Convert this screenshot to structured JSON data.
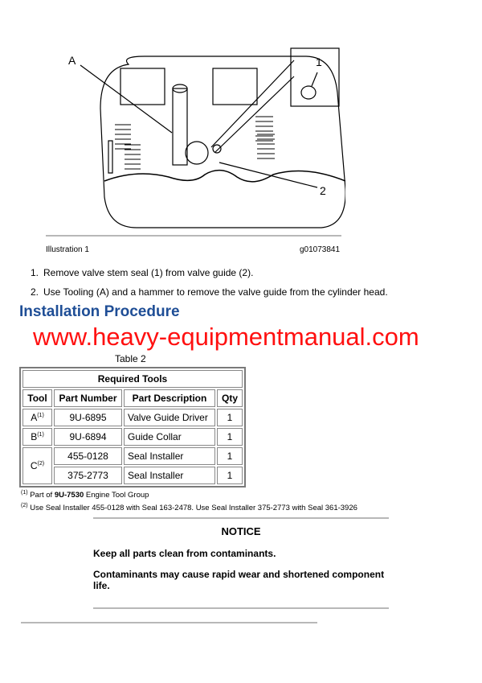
{
  "illustration": {
    "callouts": {
      "a": "A",
      "one": "1",
      "two": "2"
    },
    "caption": "Illustration 1",
    "id": "g01073841"
  },
  "steps": [
    {
      "num": "1.",
      "text": "Remove valve stem seal (1) from valve guide (2)."
    },
    {
      "num": "2.",
      "text": "Use Tooling (A) and a hammer to remove the valve guide from the cylinder head."
    }
  ],
  "section_title": "Installation Procedure",
  "watermark": "www.heavy-equipmentmanual.com",
  "table": {
    "label": "Table 2",
    "title": "Required Tools",
    "headers": [
      "Tool",
      "Part Number",
      "Part Description",
      "Qty"
    ],
    "rows": [
      {
        "tool": "A",
        "note": "(1)",
        "part": "9U-6895",
        "desc": "Valve Guide Driver",
        "qty": "1"
      },
      {
        "tool": "B",
        "note": "(1)",
        "part": "9U-6894",
        "desc": "Guide Collar",
        "qty": "1"
      },
      {
        "tool": "C",
        "note": "(2)",
        "part": "455-0128",
        "desc": "Seal Installer",
        "qty": "1"
      },
      {
        "tool": "",
        "note": "",
        "part": "375-2773",
        "desc": "Seal Installer",
        "qty": "1"
      }
    ],
    "footnotes": [
      {
        "mark": "(1)",
        "pre": "Part of ",
        "bold": "9U-7530",
        "post": " Engine Tool Group"
      },
      {
        "mark": "(2)",
        "text": "Use Seal Installer 455-0128 with Seal 163-2478. Use Seal Installer 375-2773 with Seal 361-3926"
      }
    ]
  },
  "notice": {
    "title": "NOTICE",
    "lines": [
      "Keep all parts clean from contaminants.",
      "Contaminants may cause rapid wear and shortened component life."
    ]
  },
  "colors": {
    "heading": "#1f4e96",
    "watermark": "#ff1010"
  }
}
